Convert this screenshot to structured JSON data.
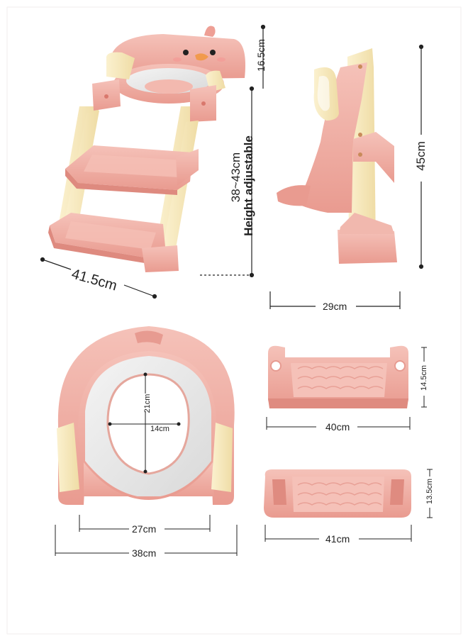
{
  "ladder_view": {
    "width_label": "41.5cm",
    "top_height_label": "16.5cm",
    "adjust_range_label": "38~43cm",
    "adjust_note_label": "Height adjustable"
  },
  "side_view": {
    "height_label": "45cm",
    "depth_label": "29cm"
  },
  "seat_view": {
    "inner_height_label": "21cm",
    "inner_width_label": "14cm",
    "opening_width_label": "27cm",
    "outer_width_label": "38cm"
  },
  "upper_step": {
    "width_label": "40cm",
    "depth_label": "14.5cm"
  },
  "lower_step": {
    "width_label": "41cm",
    "depth_label": "13.5cm"
  },
  "colors": {
    "pink": "#f2b0a6",
    "pink_dark": "#e38f84",
    "cream": "#f6e7b9",
    "cushion": "#e7e6e6"
  }
}
